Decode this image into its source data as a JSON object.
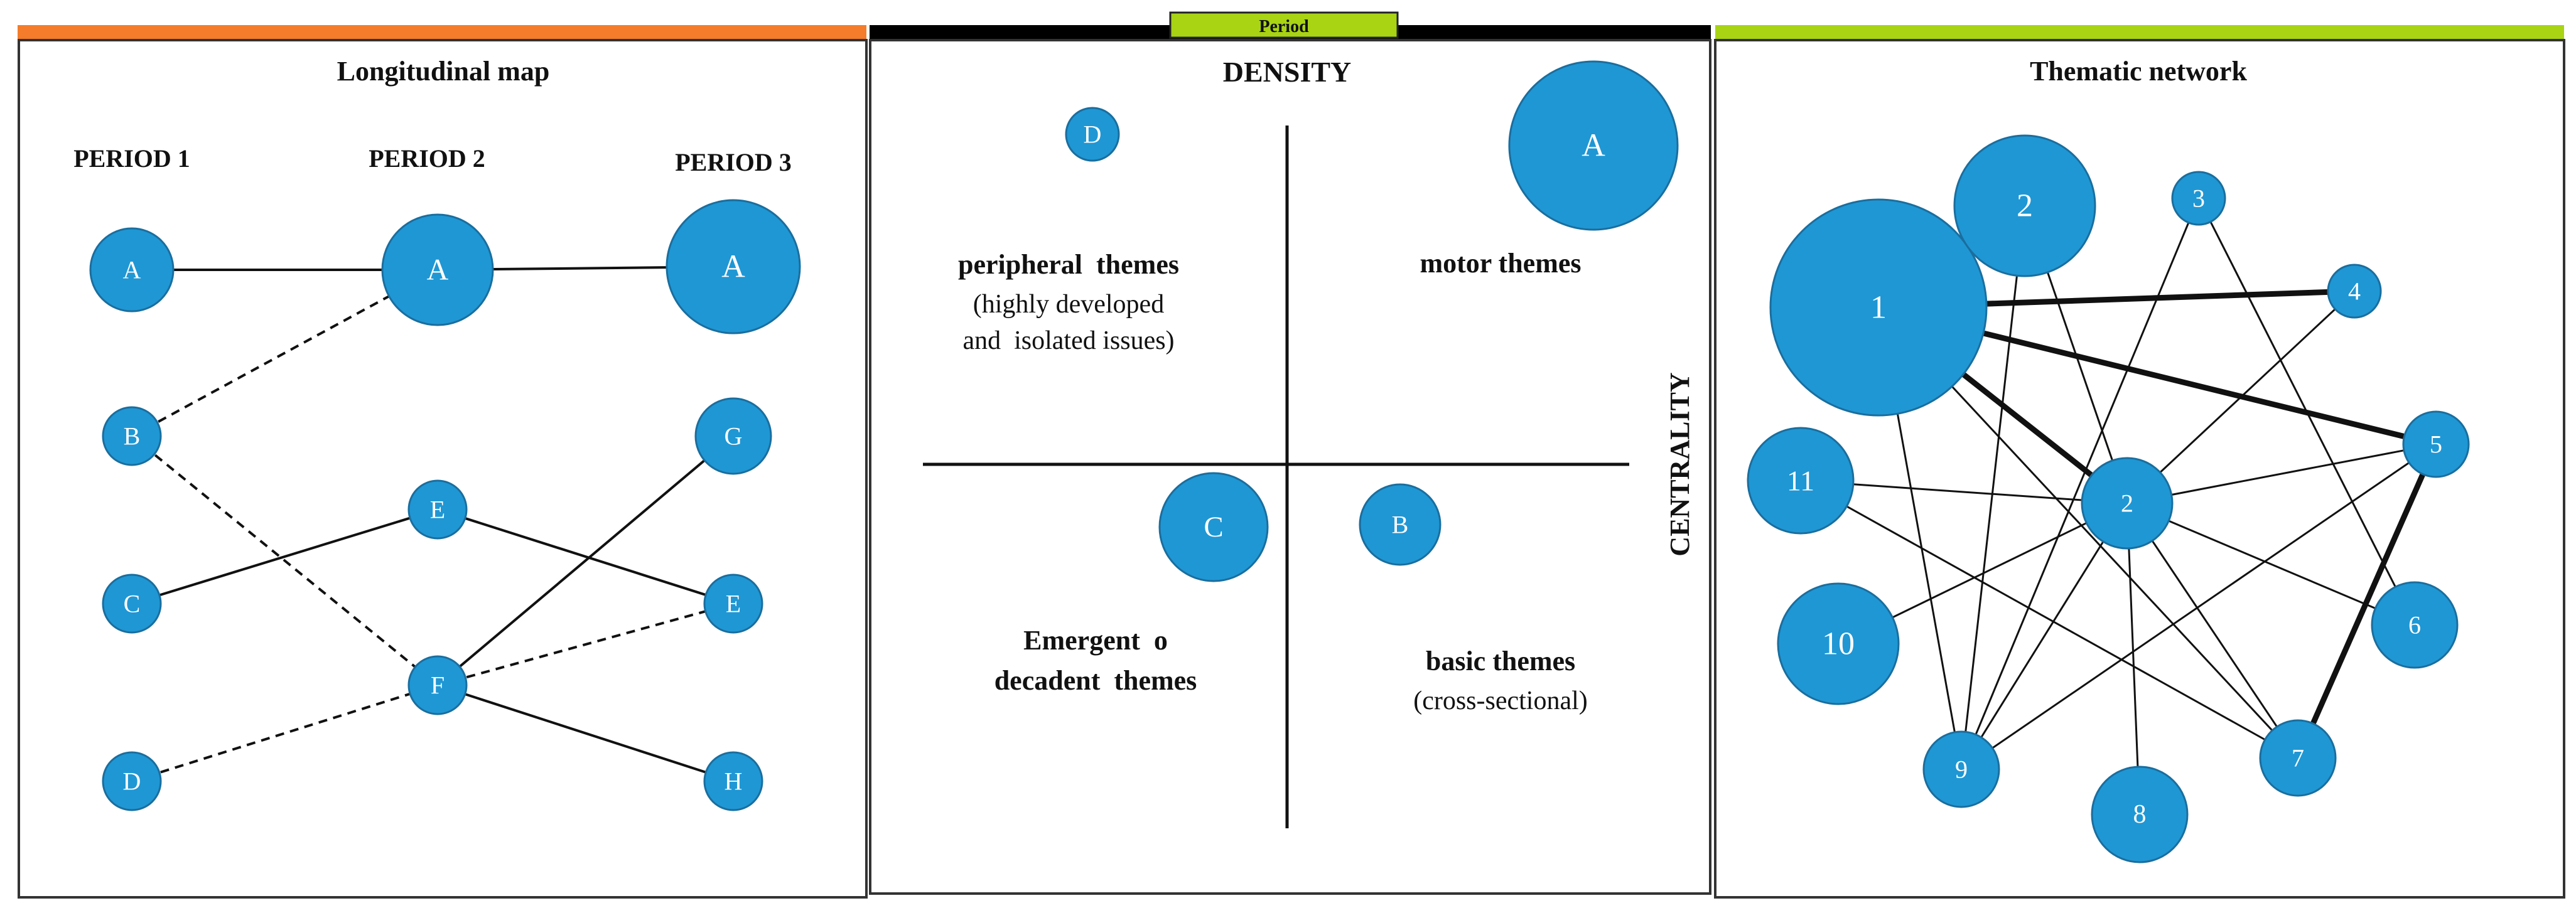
{
  "colors": {
    "node_fill": "#1f97d4",
    "node_stroke": "#1a6e9e",
    "left_bar": "#f47c2a",
    "middle_bar": "#000000",
    "right_bar": "#a8d414",
    "period_tab": "#a8d414"
  },
  "period_tab_label": "Period",
  "longitudinal": {
    "title": "Longitudinal map",
    "periods": [
      "PERIOD 1",
      "PERIOD 2",
      "PERIOD 3"
    ],
    "nodes": [
      {
        "id": "p1A",
        "label": "A"
      },
      {
        "id": "p1B",
        "label": "B"
      },
      {
        "id": "p1C",
        "label": "C"
      },
      {
        "id": "p1D",
        "label": "D"
      },
      {
        "id": "p2A",
        "label": "A"
      },
      {
        "id": "p2E",
        "label": "E"
      },
      {
        "id": "p2F",
        "label": "F"
      },
      {
        "id": "p3A",
        "label": "A"
      },
      {
        "id": "p3G",
        "label": "G"
      },
      {
        "id": "p3E",
        "label": "E"
      },
      {
        "id": "p3H",
        "label": "H"
      }
    ],
    "edges": [
      {
        "from": "p1A",
        "to": "p2A",
        "style": "solid"
      },
      {
        "from": "p2A",
        "to": "p3A",
        "style": "solid"
      },
      {
        "from": "p1B",
        "to": "p2A",
        "style": "dashed"
      },
      {
        "from": "p1B",
        "to": "p2F",
        "style": "dashed"
      },
      {
        "from": "p1C",
        "to": "p2E",
        "style": "solid"
      },
      {
        "from": "p1D",
        "to": "p2F",
        "style": "dashed"
      },
      {
        "from": "p2E",
        "to": "p3E",
        "style": "solid"
      },
      {
        "from": "p2F",
        "to": "p3G",
        "style": "solid"
      },
      {
        "from": "p2F",
        "to": "p3E",
        "style": "dashed"
      },
      {
        "from": "p2F",
        "to": "p3H",
        "style": "solid"
      }
    ]
  },
  "strategic": {
    "density_label": "DENSITY",
    "centrality_label": "CENTRALITY",
    "quadrants": {
      "top_left": {
        "title": "peripheral  themes",
        "sub1": "(highly developed",
        "sub2": "and  isolated issues)"
      },
      "top_right": {
        "title": "motor themes"
      },
      "bottom_left": {
        "title1": "Emergent  o",
        "title2": "decadent  themes"
      },
      "bottom_right": {
        "title": "basic themes",
        "sub": "(cross-sectional)"
      }
    },
    "nodes": [
      {
        "id": "sD",
        "label": "D"
      },
      {
        "id": "sA",
        "label": "A"
      },
      {
        "id": "sC",
        "label": "C"
      },
      {
        "id": "sB",
        "label": "B"
      }
    ]
  },
  "network": {
    "title": "Thematic network",
    "nodes": [
      {
        "id": "n1",
        "label": "1"
      },
      {
        "id": "n2top",
        "label": "2"
      },
      {
        "id": "n3",
        "label": "3"
      },
      {
        "id": "n4",
        "label": "4"
      },
      {
        "id": "n5",
        "label": "5"
      },
      {
        "id": "n2c",
        "label": "2"
      },
      {
        "id": "n11",
        "label": "11"
      },
      {
        "id": "n10",
        "label": "10"
      },
      {
        "id": "n6",
        "label": "6"
      },
      {
        "id": "n9",
        "label": "9"
      },
      {
        "id": "n8",
        "label": "8"
      },
      {
        "id": "n7",
        "label": "7"
      }
    ],
    "edges": [
      {
        "from": "n1",
        "to": "n4",
        "weight": "thick"
      },
      {
        "from": "n1",
        "to": "n5",
        "weight": "thick"
      },
      {
        "from": "n1",
        "to": "n2c",
        "weight": "thick"
      },
      {
        "from": "n1",
        "to": "n9",
        "weight": "thin"
      },
      {
        "from": "n1",
        "to": "n7",
        "weight": "thin"
      },
      {
        "from": "n2top",
        "to": "n2c",
        "weight": "thin"
      },
      {
        "from": "n2top",
        "to": "n9",
        "weight": "thin"
      },
      {
        "from": "n3",
        "to": "n9",
        "weight": "thin"
      },
      {
        "from": "n3",
        "to": "n6",
        "weight": "thin"
      },
      {
        "from": "n4",
        "to": "n2c",
        "weight": "thin"
      },
      {
        "from": "n5",
        "to": "n2c",
        "weight": "thin"
      },
      {
        "from": "n5",
        "to": "n7",
        "weight": "thick"
      },
      {
        "from": "n5",
        "to": "n9",
        "weight": "thin"
      },
      {
        "from": "n11",
        "to": "n2c",
        "weight": "thin"
      },
      {
        "from": "n11",
        "to": "n7",
        "weight": "thin"
      },
      {
        "from": "n10",
        "to": "n2c",
        "weight": "thin"
      },
      {
        "from": "n2c",
        "to": "n6",
        "weight": "thin"
      },
      {
        "from": "n2c",
        "to": "n8",
        "weight": "thin"
      },
      {
        "from": "n2c",
        "to": "n7",
        "weight": "thin"
      },
      {
        "from": "n2c",
        "to": "n9",
        "weight": "thin"
      }
    ]
  }
}
